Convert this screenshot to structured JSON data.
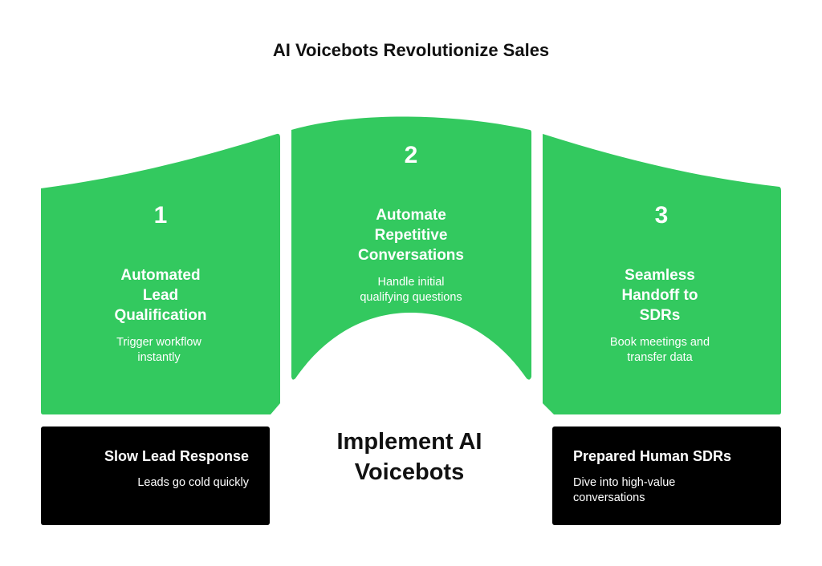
{
  "title": "AI Voicebots Revolutionize Sales",
  "colors": {
    "panel": "#33c95f",
    "box": "#000000"
  },
  "panels": [
    {
      "number": "1",
      "heading": "Automated Lead Qualification",
      "heading_lines": [
        "Automated",
        "Lead",
        "Qualification"
      ],
      "description_lines": [
        "Trigger workflow",
        "instantly"
      ]
    },
    {
      "number": "2",
      "heading": "Automate Repetitive Conversations",
      "heading_lines": [
        "Automate",
        "Repetitive",
        "Conversations"
      ],
      "description_lines": [
        "Handle initial",
        "qualifying questions"
      ]
    },
    {
      "number": "3",
      "heading": "Seamless Handoff to SDRs",
      "heading_lines": [
        "Seamless",
        "Handoff to",
        "SDRs"
      ],
      "description_lines": [
        "Book meetings and",
        "transfer data"
      ]
    }
  ],
  "left_box": {
    "title": "Slow Lead Response",
    "description": "Leads go cold quickly"
  },
  "center": {
    "lines": [
      "Implement AI",
      "Voicebots"
    ]
  },
  "right_box": {
    "title": "Prepared Human SDRs",
    "description_lines": [
      "Dive into high-value",
      "conversations"
    ]
  }
}
